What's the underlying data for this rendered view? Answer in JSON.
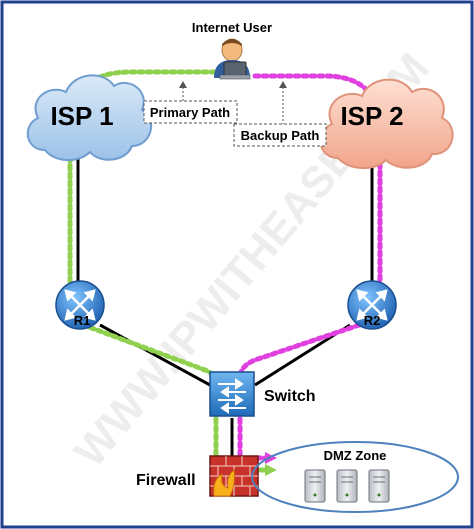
{
  "labels": {
    "internet_user": "Internet User",
    "isp1": "ISP 1",
    "isp2": "ISP 2",
    "primary_path": "Primary Path",
    "backup_path": "Backup Path",
    "r1": "R1",
    "r2": "R2",
    "switch": "Switch",
    "firewall": "Firewall",
    "dmz_zone": "DMZ Zone"
  },
  "watermark": "WWW.IPWITHEASE.COM",
  "colors": {
    "frame_border": "#1f3f8f",
    "primary_path": "#8fd14f",
    "backup_path": "#e040e0",
    "isp1_cloud": "#bcd7f0",
    "isp1_cloud_edge": "#6f9dd0",
    "isp2_cloud": "#f6c6b4",
    "isp2_cloud_edge": "#e0937a",
    "router": "#2f7fcf",
    "switch": "#2f7fcf",
    "firewall": "#c8322a",
    "dmz_ellipse": "#4f81bd",
    "server": "#cfd3d8"
  },
  "icons": [
    "user-icon",
    "cloud-icon",
    "router-icon",
    "switch-icon",
    "firewall-icon",
    "server-icon"
  ]
}
